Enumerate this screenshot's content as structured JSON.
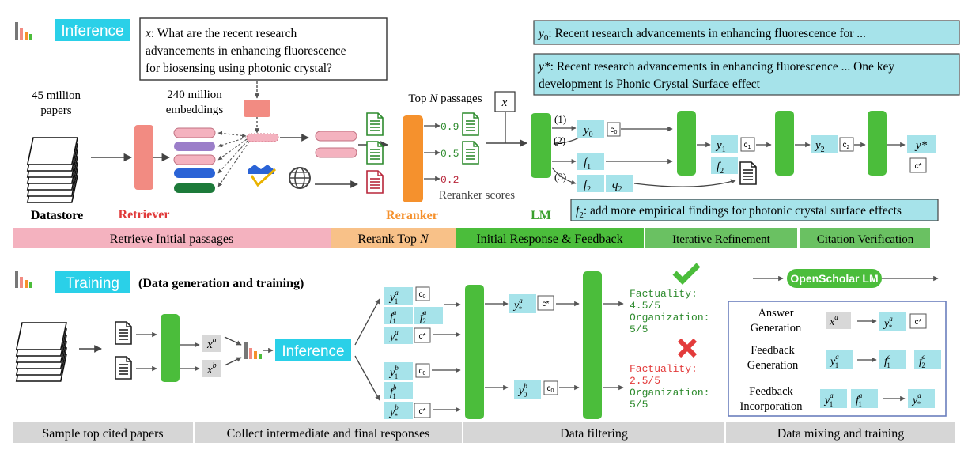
{
  "colors": {
    "cyan_badge": "#2ad0e8",
    "teal_box": "#a6e3ea",
    "green_block": "#4bbd3b",
    "salmon": "#f49b9b",
    "orange": "#f5912d",
    "pink_band": "#f4b2bf",
    "orange_band": "#f8c188",
    "green_band": "#6ac162",
    "grey_band": "#d6d6d6",
    "red": "#e33b3b"
  },
  "inference": {
    "badge": "Inference",
    "query_prefix": "x",
    "query_line1": ": What are the recent research",
    "query_line2": "advancements in enhancing fluorescence",
    "query_line3": "for biosensing using photonic crystal?",
    "datastore_count_line1": "45 million",
    "datastore_count_line2": "papers",
    "embeddings_line1": "240 million",
    "embeddings_line2": "embeddings",
    "topn_prefix": "Top ",
    "topn_n": "N",
    "topn_suffix": " passages",
    "scores": [
      "0.9",
      "0.5",
      "0.2"
    ],
    "reranker_scores_label": "Reranker scores",
    "x_input": "x",
    "labels": {
      "datastore": "Datastore",
      "retriever": "Retriever",
      "reranker": "Reranker",
      "lm": "LM"
    },
    "y0_box_text": ": Recent research advancements in enhancing fluorescence for ...",
    "ystar_box_line1": ": Recent research advancements in enhancing fluorescence ... One key",
    "ystar_box_line2": "development is Phonic Crystal Surface effect",
    "f2_box_text": ": add more empirical findings for photonic crystal surface effects",
    "step1": "(1)",
    "step2": "(2)",
    "step3": "(3)",
    "tokens": {
      "y0": "y",
      "y1": "y",
      "y2": "y",
      "ystar": "y*",
      "f1": "f",
      "f2": "f",
      "q2": "q",
      "c0": "c",
      "c1": "c",
      "c2": "c",
      "cstar": "c*"
    }
  },
  "stages_top": [
    {
      "label": "Retrieve Initial passages"
    },
    {
      "label": "Rerank Top ",
      "italic": "N"
    },
    {
      "label": "Initial Response & Feedback"
    },
    {
      "label": "Iterative Refinement"
    },
    {
      "label": "Citation Verification"
    }
  ],
  "training": {
    "badge": "Training",
    "subtitle": "(Data generation and training)",
    "inference_badge": "Inference",
    "xa": "x",
    "xb": "x",
    "factuality_a_label": "Factuality:",
    "factuality_a_value": "4.5/5",
    "organization_a_label": "Organization:",
    "organization_a_value": "5/5",
    "factuality_b_label": "Factuality:",
    "factuality_b_value": "2.5/5",
    "organization_b_label": "Organization:",
    "organization_b_value": "5/5",
    "openscholar_lm": "OpenScholar LM",
    "mix": {
      "answer_line1": "Answer",
      "answer_line2": "Generation",
      "feedback_gen_line1": "Feedback",
      "feedback_gen_line2": "Generation",
      "feedback_inc_line1": "Feedback",
      "feedback_inc_line2": "Incorporation"
    }
  },
  "stages_bottom": [
    {
      "label": "Sample top cited papers"
    },
    {
      "label": "Collect intermediate and final responses"
    },
    {
      "label": "Data filtering"
    },
    {
      "label": "Data mixing and training"
    }
  ]
}
